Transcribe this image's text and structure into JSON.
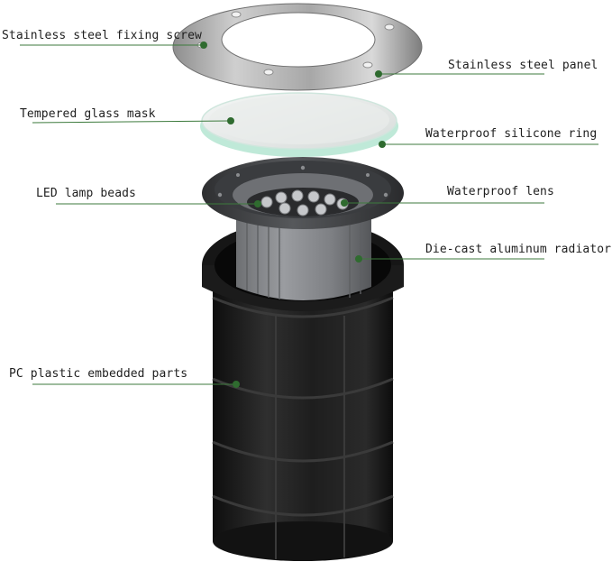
{
  "labels": {
    "fixing_screw": "Stainless steel fixing screw",
    "steel_panel": "Stainless steel panel",
    "glass_mask": "Tempered glass mask",
    "silicone_ring": "Waterproof silicone ring",
    "led_beads": "LED lamp beads",
    "waterproof_lens": "Waterproof lens",
    "radiator": "Die-cast aluminum radiator",
    "pc_parts": "PC plastic embedded parts"
  },
  "colors": {
    "leader_line": "#3c7a3c",
    "leader_dot": "#2f6b2f",
    "label_text": "#1f1f1f"
  }
}
